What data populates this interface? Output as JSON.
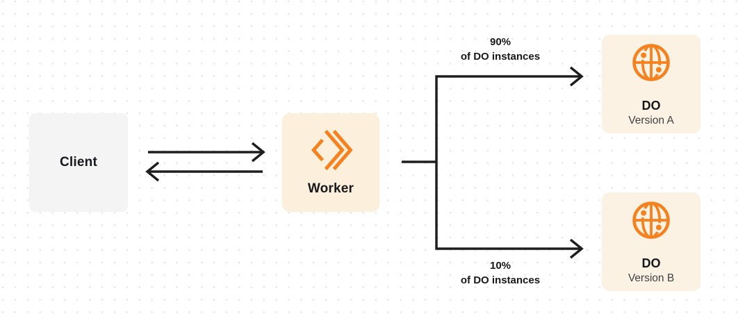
{
  "diagram": {
    "client": {
      "label": "Client"
    },
    "worker": {
      "label": "Worker"
    },
    "routes": {
      "top": {
        "percent": "90%",
        "caption": "of DO instances"
      },
      "bottom": {
        "percent": "10%",
        "caption": "of DO instances"
      }
    },
    "do_version_a": {
      "title": "DO",
      "subtitle": "Version A"
    },
    "do_version_b": {
      "title": "DO",
      "subtitle": "Version B"
    },
    "icons": {
      "worker": "workers-double-chevron-icon",
      "durable_object": "globe-icon"
    }
  },
  "colors": {
    "orange": "#F6821F",
    "line": "#1E1E1E",
    "text": "#17181A",
    "subtext": "#3D3F42",
    "client_bg": "#F4F4F5",
    "worker_bg": "#FCEFDB",
    "do_bg": "#FBF2E4",
    "dot": "#E4E4E6",
    "canvas_bg": "#FFFFFF"
  }
}
